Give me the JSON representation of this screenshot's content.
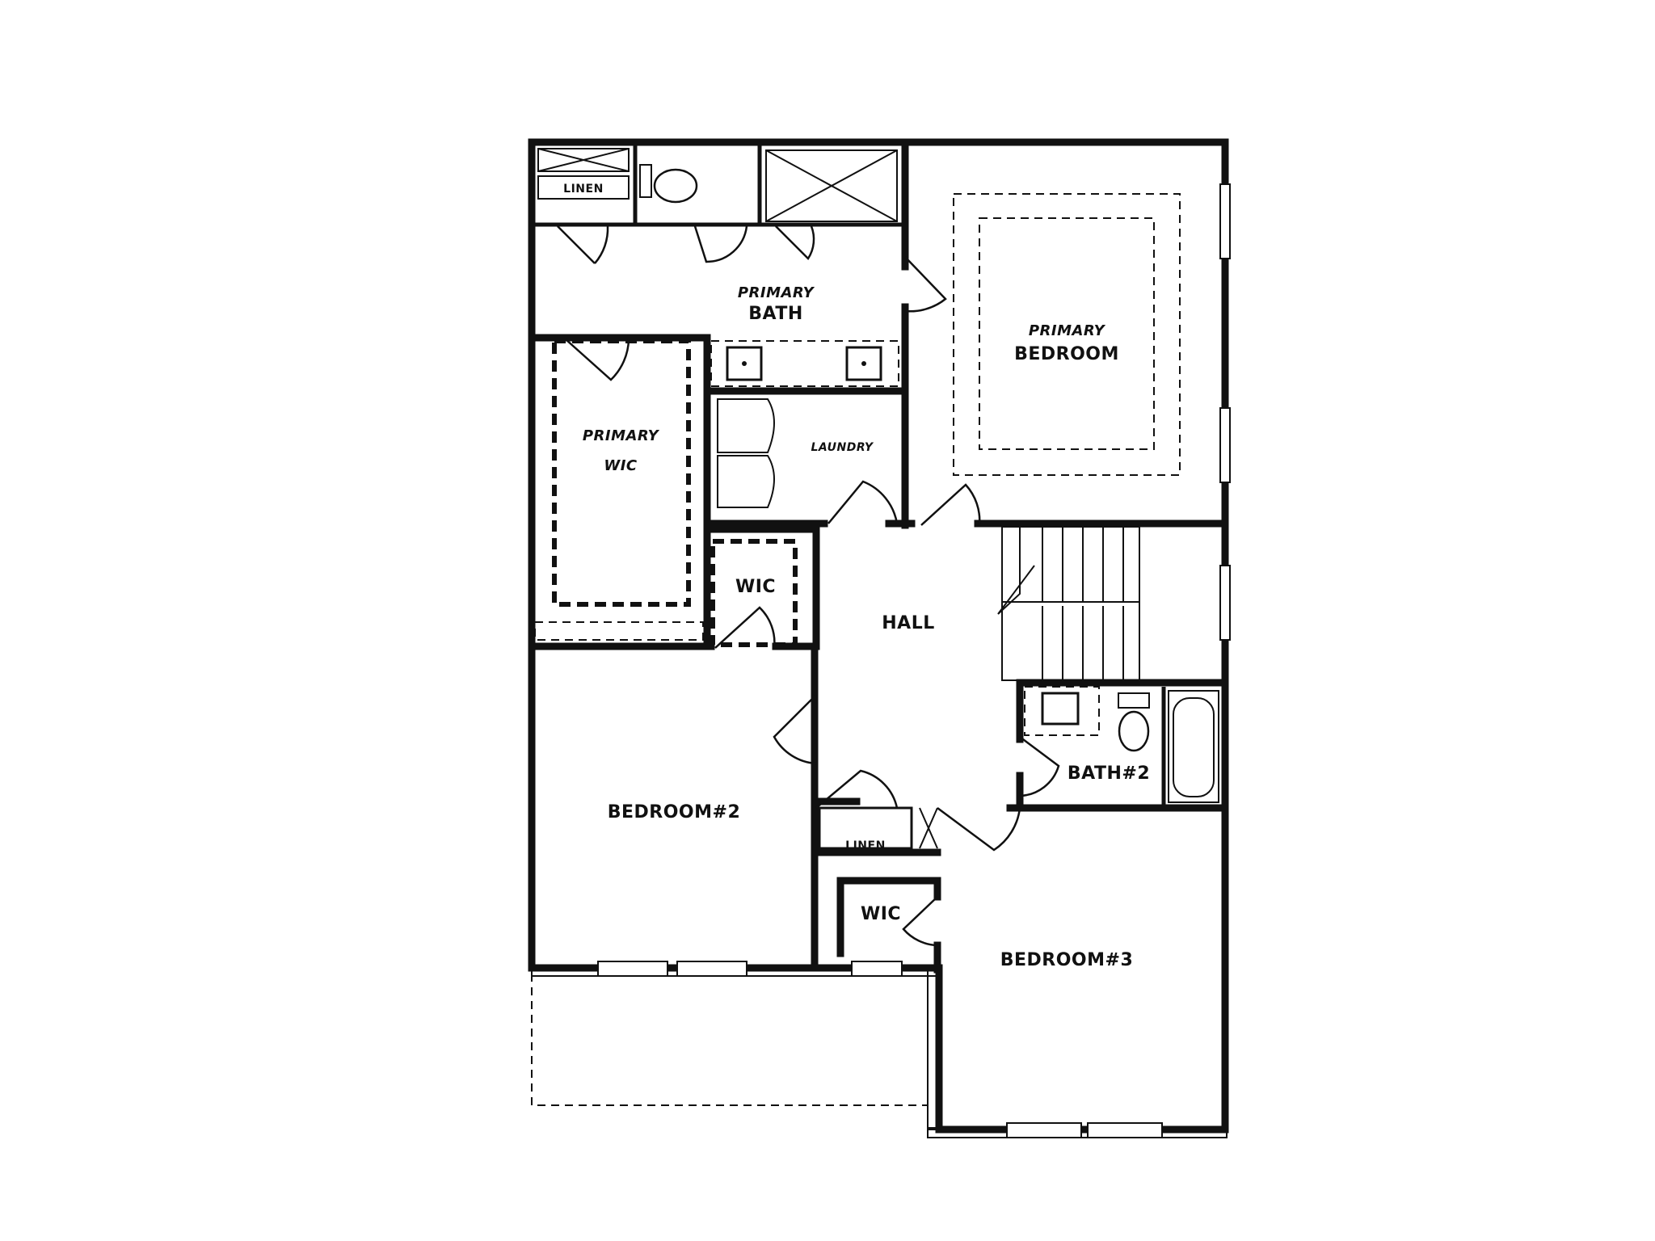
{
  "rooms": {
    "primary_bath": [
      "PRIMARY",
      "BATH"
    ],
    "primary_bedroom": [
      "PRIMARY",
      "BEDROOM"
    ],
    "primary_wic": [
      "PRIMARY",
      "WIC"
    ],
    "laundry": "LAUNDRY",
    "hall": "HALL",
    "wic_upper": "WIC",
    "bath2": "BATH#2",
    "bedroom2": "BEDROOM#2",
    "bedroom3": "BEDROOM#3",
    "wic_lower": "WIC",
    "linen_top": "LINEN",
    "linen_hall": "LINEN"
  }
}
